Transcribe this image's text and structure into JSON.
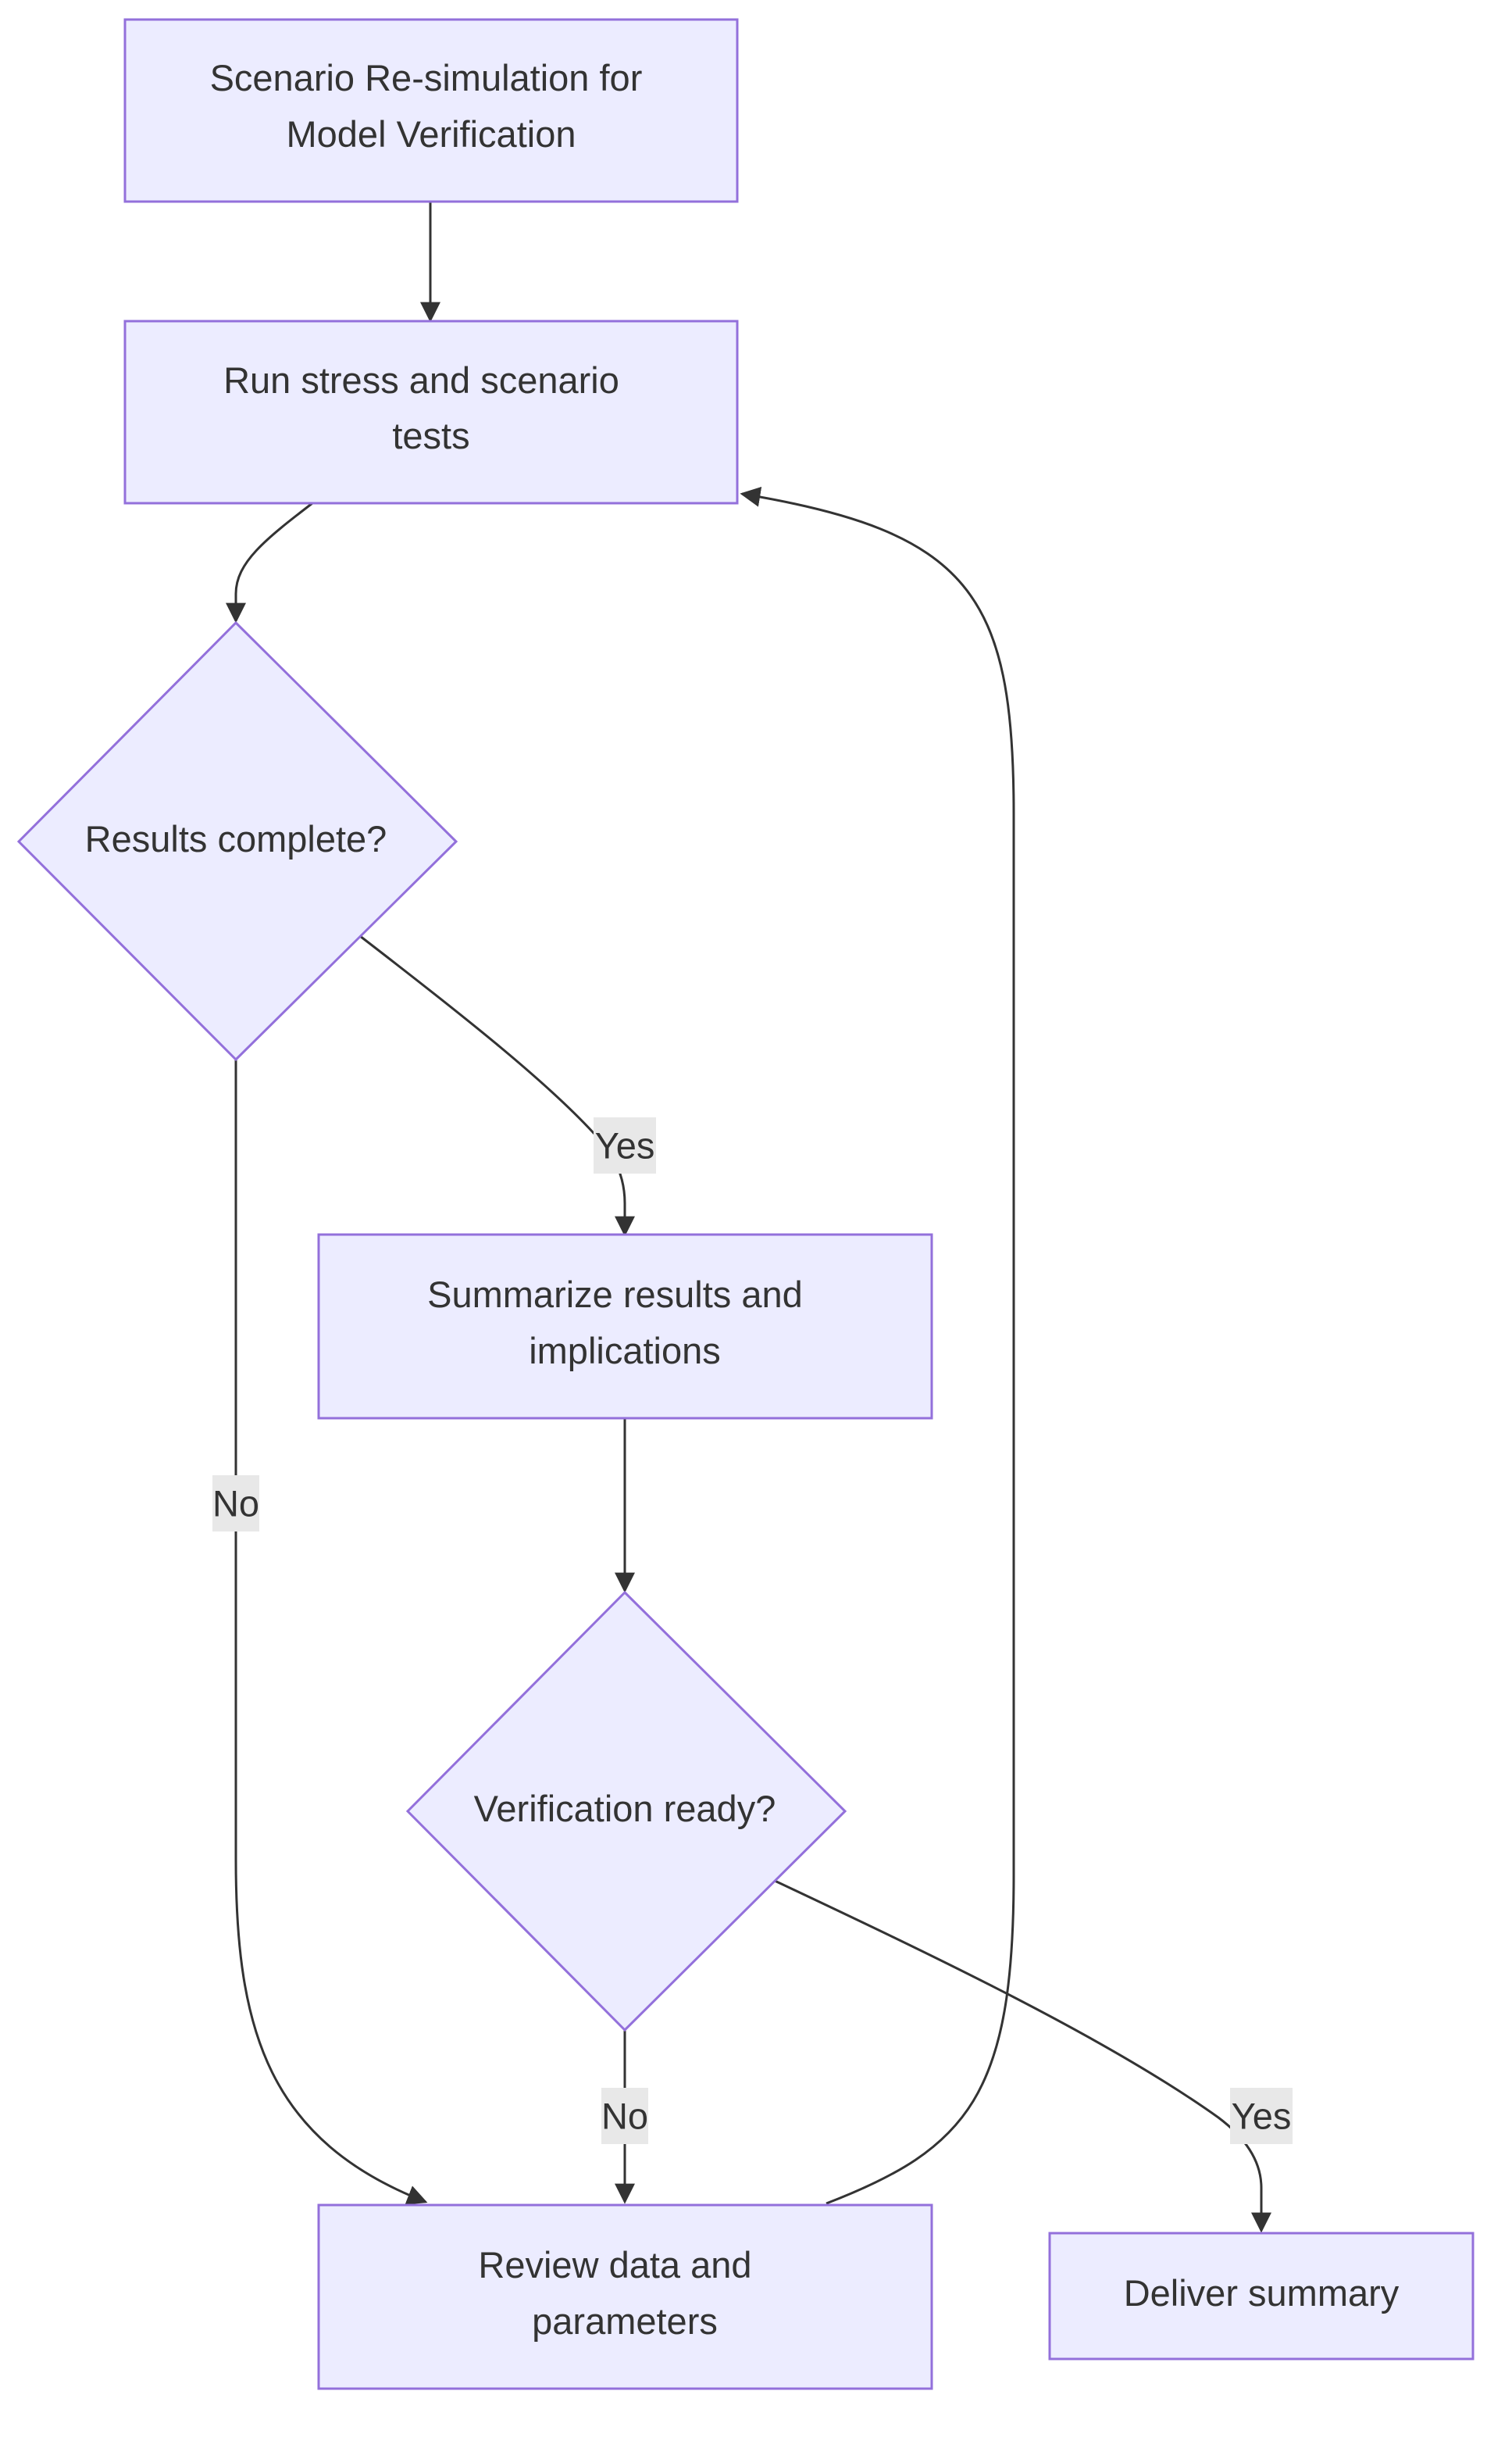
{
  "diagram": {
    "type": "flowchart",
    "colors": {
      "node_fill": "#ECECFF",
      "node_stroke": "#9370DB",
      "edge": "#333333",
      "text": "#333333",
      "label_bg": "#E8E8E8"
    },
    "nodes": {
      "start": {
        "lines": [
          "Scenario Re-simulation for",
          "Model Verification"
        ],
        "shape": "rect"
      },
      "run": {
        "lines": [
          "Run stress and scenario",
          "tests"
        ],
        "shape": "rect"
      },
      "complete": {
        "lines": [
          "Results complete?"
        ],
        "shape": "diamond"
      },
      "summarize": {
        "lines": [
          "Summarize results and",
          "implications"
        ],
        "shape": "rect"
      },
      "ready": {
        "lines": [
          "Verification ready?"
        ],
        "shape": "diamond"
      },
      "review": {
        "lines": [
          "Review data and",
          "parameters"
        ],
        "shape": "rect"
      },
      "deliver": {
        "lines": [
          "Deliver summary"
        ],
        "shape": "rect"
      }
    },
    "edges": [
      {
        "id": "start-run",
        "from": "start",
        "to": "run",
        "label": ""
      },
      {
        "id": "run-complete",
        "from": "run",
        "to": "complete",
        "label": ""
      },
      {
        "id": "complete-summarize",
        "from": "complete",
        "to": "summarize",
        "label": "Yes"
      },
      {
        "id": "complete-review",
        "from": "complete",
        "to": "review",
        "label": "No"
      },
      {
        "id": "summarize-ready",
        "from": "summarize",
        "to": "ready",
        "label": ""
      },
      {
        "id": "ready-review",
        "from": "ready",
        "to": "review",
        "label": "No"
      },
      {
        "id": "ready-deliver",
        "from": "ready",
        "to": "deliver",
        "label": "Yes"
      },
      {
        "id": "review-run",
        "from": "review",
        "to": "run",
        "label": ""
      }
    ]
  }
}
